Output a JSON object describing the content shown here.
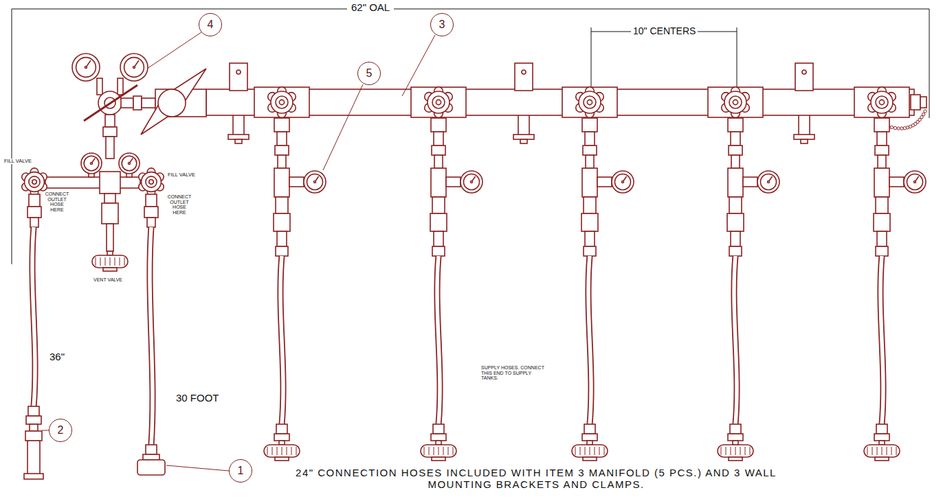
{
  "diagram": {
    "nodes": [
      {
        "text": [
          "4"
        ]
      },
      {
        "text": [
          "3"
        ]
      },
      {
        "text": [
          "5"
        ]
      },
      {
        "text": [
          "2"
        ]
      },
      {
        "text": [
          "1"
        ]
      }
    ],
    "labels": [
      "62\" OAL",
      "10\" CENTERS",
      "FILL VALVE",
      "FILL VALVE",
      "CONNECT OUTLET HOSE HERE",
      "CONNECT OUTLET HOSE HERE",
      "VENT VALVE",
      "SUPPLY HOSES. CONNECT THIS END TO SUPPLY TANKS.",
      "36\"",
      "30 FOOT",
      "24\" CONNECTION HOSES INCLUDED WITH ITEM 3 MANIFOLD (5 PCS.) AND 3 WALL MOUNTING BRACKETS AND CLAMPS."
    ]
  }
}
